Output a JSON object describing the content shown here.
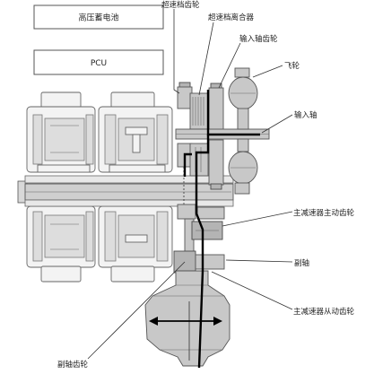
{
  "boxes": {
    "battery": "高压蓄电池",
    "pcu": "PCU"
  },
  "labels": {
    "overdrive_gear": "超速档齿轮",
    "overdrive_clutch": "超速档离合器",
    "input_shaft_gear": "输入轴齿轮",
    "flywheel": "飞轮",
    "input_shaft": "输入轴",
    "final_drive_gear": "主减速器主动齿轮",
    "countershaft": "副轴",
    "final_driven_gear": "主减速器从动齿轮",
    "countershaft_gear": "副轴齿轮"
  },
  "colors": {
    "power_flow": "#000000",
    "part_fill": "#c8c8c8",
    "outline": "#555555"
  }
}
